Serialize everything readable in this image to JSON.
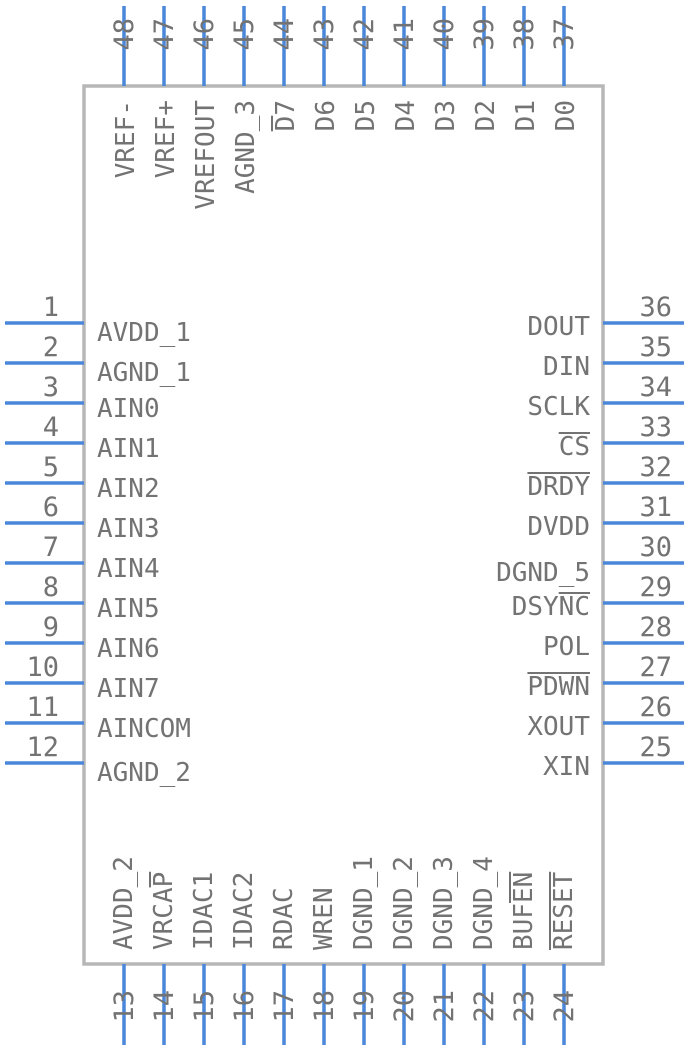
{
  "pins": {
    "left": [
      {
        "num": "1",
        "name": "AVDD_1"
      },
      {
        "num": "2",
        "name": "AGND_1"
      },
      {
        "num": "3",
        "name": "AIN0"
      },
      {
        "num": "4",
        "name": "AIN1"
      },
      {
        "num": "5",
        "name": "AIN2"
      },
      {
        "num": "6",
        "name": "AIN3"
      },
      {
        "num": "7",
        "name": "AIN4"
      },
      {
        "num": "8",
        "name": "AIN5"
      },
      {
        "num": "9",
        "name": "AIN6"
      },
      {
        "num": "10",
        "name": "AIN7"
      },
      {
        "num": "11",
        "name": "AINCOM"
      },
      {
        "num": "12",
        "name": "AGND_2"
      }
    ],
    "bottom": [
      {
        "num": "13",
        "name": "AVDD_2"
      },
      {
        "num": "14",
        "name": "VRCAP"
      },
      {
        "num": "15",
        "name": "IDAC1"
      },
      {
        "num": "16",
        "name": "IDAC2"
      },
      {
        "num": "17",
        "name": "RDAC"
      },
      {
        "num": "18",
        "name": "WREN"
      },
      {
        "num": "19",
        "name": "DGND_1"
      },
      {
        "num": "20",
        "name": "DGND_2"
      },
      {
        "num": "21",
        "name": "DGND_3"
      },
      {
        "num": "22",
        "name": "DGND_4"
      },
      {
        "num": "23",
        "name": "BUFEN"
      },
      {
        "num": "24",
        "name": "RESET"
      }
    ],
    "right": [
      {
        "num": "25",
        "name": "XIN"
      },
      {
        "num": "26",
        "name": "XOUT"
      },
      {
        "num": "27",
        "name": "PDWN"
      },
      {
        "num": "28",
        "name": "POL"
      },
      {
        "num": "29",
        "name": "DSYNC"
      },
      {
        "num": "30",
        "name": "DGND_5"
      },
      {
        "num": "31",
        "name": "DVDD"
      },
      {
        "num": "32",
        "name": "DRDY"
      },
      {
        "num": "33",
        "name": "CS"
      },
      {
        "num": "34",
        "name": "SCLK"
      },
      {
        "num": "35",
        "name": "DIN"
      },
      {
        "num": "36",
        "name": "DOUT"
      }
    ],
    "top": [
      {
        "num": "37",
        "name": "D0"
      },
      {
        "num": "38",
        "name": "D1"
      },
      {
        "num": "39",
        "name": "D2"
      },
      {
        "num": "40",
        "name": "D3"
      },
      {
        "num": "41",
        "name": "D4"
      },
      {
        "num": "42",
        "name": "D5"
      },
      {
        "num": "43",
        "name": "D6"
      },
      {
        "num": "44",
        "name": "D7"
      },
      {
        "num": "45",
        "name": "AGND_3"
      },
      {
        "num": "46",
        "name": "VREFOUT"
      },
      {
        "num": "47",
        "name": "VREF+"
      },
      {
        "num": "48",
        "name": "VREF-"
      }
    ]
  },
  "colors": {
    "pin_line": "#4a86d9",
    "body_outline": "#b7b7b7",
    "text": "#737373"
  }
}
